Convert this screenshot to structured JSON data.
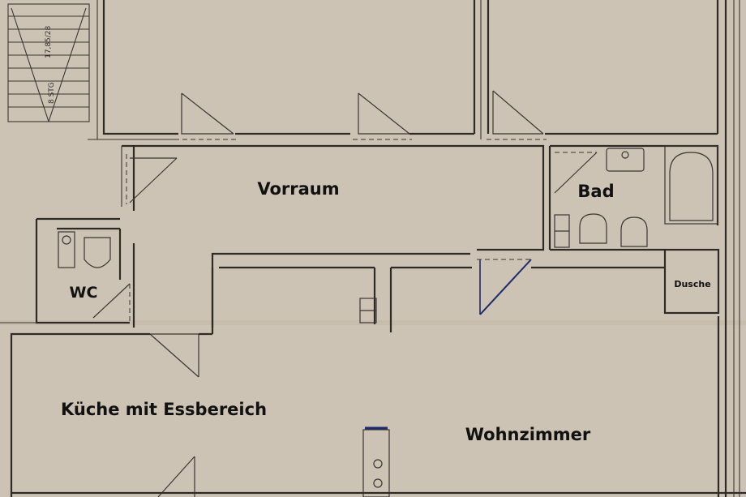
{
  "rooms": {
    "vorraum": "Vorraum",
    "bad": "Bad",
    "wc": "WC",
    "dusche": "Dusche",
    "kueche": "Küche mit Essbereich",
    "wohnzimmer": "Wohnzimmer"
  },
  "stair": {
    "text_a": "17,85/28",
    "text_b": "8 STG"
  },
  "colors": {
    "paper": "#cdc3b4",
    "ink": "#2e2a26",
    "accent_blue": "#1d2a6b"
  }
}
